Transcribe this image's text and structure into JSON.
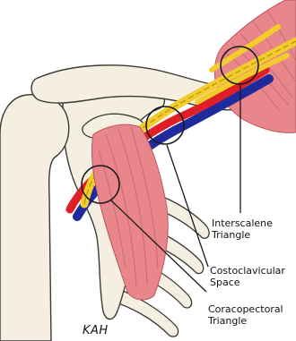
{
  "labels": {
    "interscalene": [
      "Interscalene",
      "Triangle"
    ],
    "costoclavicular": [
      "Costoclavicular",
      "Space"
    ],
    "coracopectoral": [
      "Coracopectoral",
      "Triangle"
    ]
  },
  "signature": "KAH",
  "colors": {
    "bone_fill": "#f4efe1",
    "bone_outline": "#3c3a34",
    "muscle": "#e8868b",
    "muscle_light": "#f3b9bc",
    "nerve": "#f2cc2c",
    "artery": "#e01e25",
    "vein": "#1f2a9c",
    "circle": "#1a1a1a"
  },
  "icons": [
    "scapula-bone",
    "humerus-head",
    "clavicle-bone",
    "ribs",
    "scalene-muscle",
    "pectoralis-minor-muscle",
    "brachial-plexus",
    "subclavian-artery",
    "subclavian-vein"
  ]
}
